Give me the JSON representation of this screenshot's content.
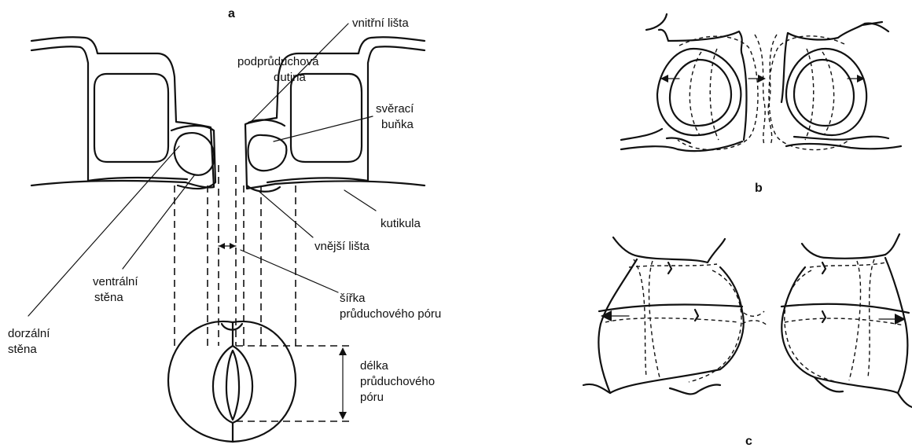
{
  "panels": {
    "a": "a",
    "b": "b",
    "c": "c"
  },
  "labels": {
    "vnitrni_lista": "vnitřní lišta",
    "podpruduchova_1": "podprůduchová",
    "podpruduchova_2": "dutina",
    "sveraci_1": "svěrací",
    "sveraci_2": "buňka",
    "kutikula": "kutikula",
    "vnejsi_lista": "vnější lišta",
    "ventralni_1": "ventrální",
    "ventralni_2": "stěna",
    "dorzalni_1": "dorzální",
    "dorzalni_2": "stěna",
    "sirka_1": "šířka",
    "sirka_2": "průduchového póru",
    "delka_1": "délka",
    "delka_2": "průduchového",
    "delka_3": "póru"
  },
  "colors": {
    "ink": "#111111",
    "background": "#ffffff"
  }
}
